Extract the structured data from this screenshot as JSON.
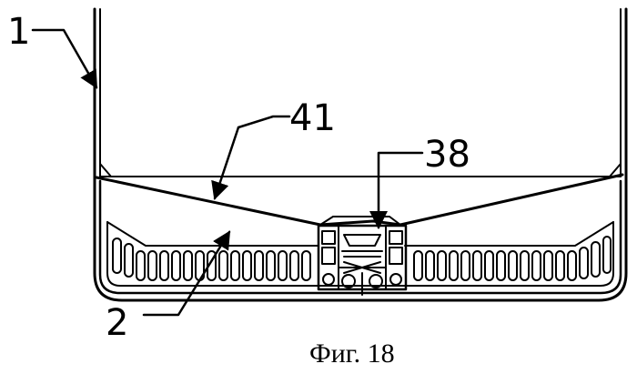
{
  "labels": {
    "ref1": "1",
    "ref2": "2",
    "ref38": "38",
    "ref41": "41"
  },
  "caption": "Фиг. 18"
}
